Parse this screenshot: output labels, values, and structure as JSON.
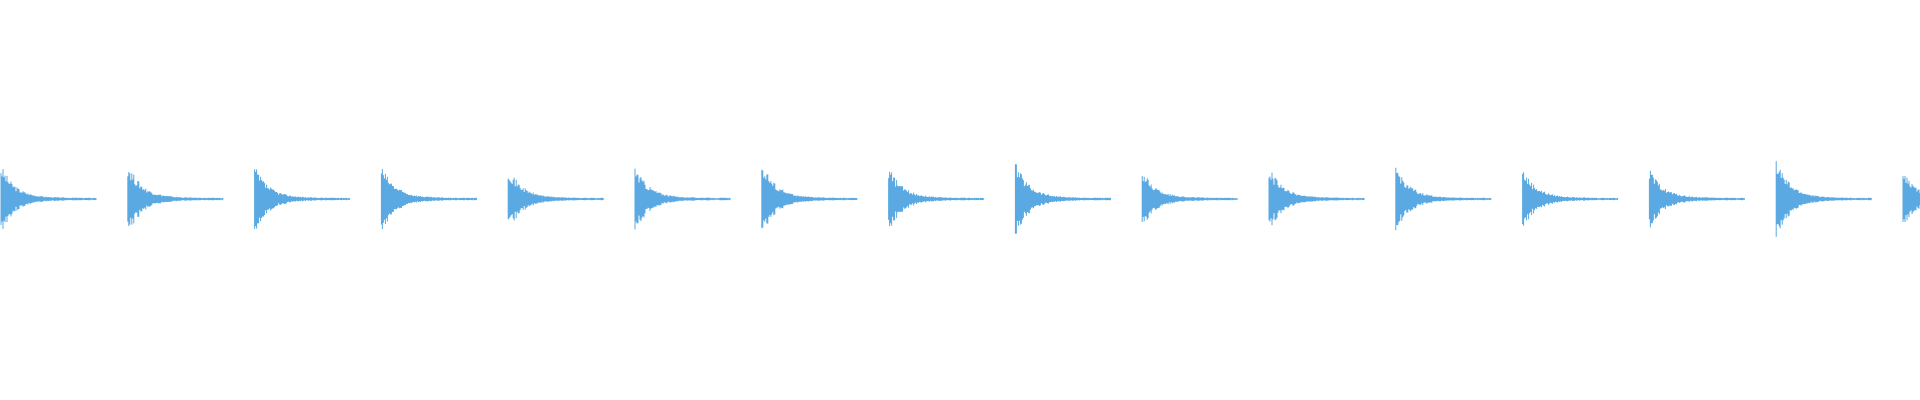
{
  "waveform": {
    "color": "#5aa9e2",
    "background": "#ffffff",
    "pulse_count": 16,
    "pulse_peaks": [
      0.62,
      0.66,
      0.6,
      0.6,
      0.58,
      0.6,
      0.68,
      0.58,
      0.68,
      0.52,
      0.58,
      0.6,
      0.56,
      0.54,
      0.72,
      0.5
    ]
  }
}
